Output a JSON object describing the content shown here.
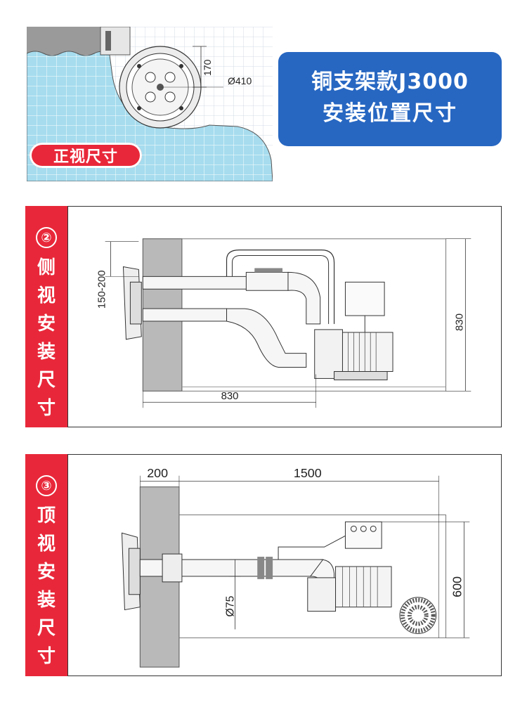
{
  "front": {
    "badge_label": "正视尺寸",
    "dim_height": "170",
    "dim_diameter": "Ø410"
  },
  "title": {
    "line1": "铜支架款J3000",
    "line2": "安装位置尺寸"
  },
  "side": {
    "number": "②",
    "label_chars": [
      "侧",
      "视",
      "安",
      "装",
      "尺",
      "寸"
    ],
    "dim_depth_range": "150-200",
    "dim_width": "830",
    "dim_height": "830"
  },
  "top": {
    "number": "③",
    "label_chars": [
      "顶",
      "视",
      "安",
      "装",
      "尺",
      "寸"
    ],
    "dim_wall": "200",
    "dim_length": "1500",
    "dim_depth": "600",
    "dim_pipe": "Ø75"
  },
  "colors": {
    "badge_red": "#e8283a",
    "title_blue": "#2767c2",
    "pool_water": "#a6dcee",
    "wall_gray": "#b9b9b9"
  }
}
